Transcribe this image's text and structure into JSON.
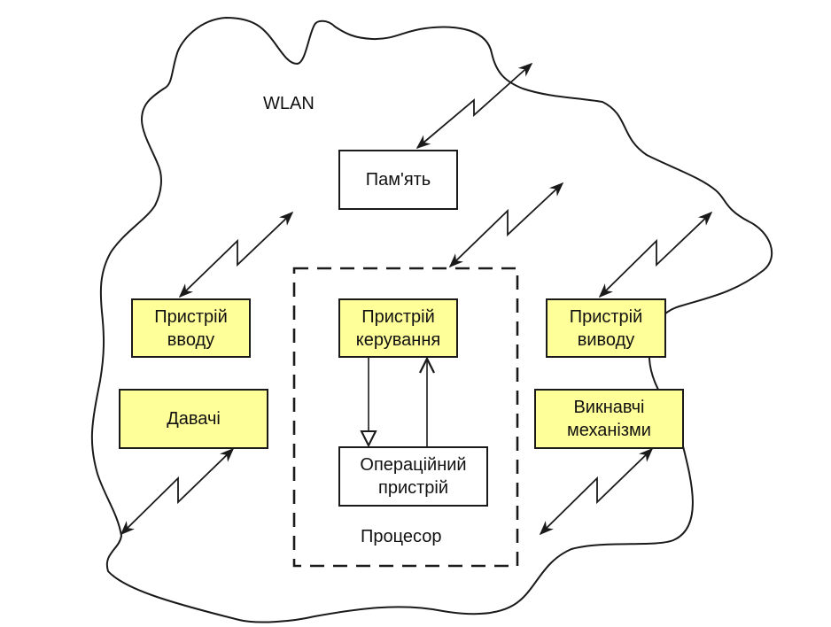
{
  "diagram": {
    "cloud_label": "WLAN",
    "processor_label": "Процесор",
    "nodes": {
      "memory": "Пам'ять",
      "input_device": "Пристрій\nвводу",
      "sensors": "Давачі",
      "control_unit": "Пристрій\nкерування",
      "operational_unit": "Операційний\nпристрій",
      "output_device": "Пристрій\nвиводу",
      "actuators": "Викнавчі\nмеханізми"
    },
    "colors": {
      "peripheral_fill": "#ffff99",
      "core_fill": "#ffffff",
      "stroke": "#1a1a1a"
    },
    "connections": [
      {
        "from": "memory",
        "to": "wlan",
        "type": "wireless"
      },
      {
        "from": "input_device",
        "to": "wlan",
        "type": "wireless"
      },
      {
        "from": "processor",
        "to": "wlan",
        "type": "wireless"
      },
      {
        "from": "output_device",
        "to": "wlan",
        "type": "wireless"
      },
      {
        "from": "sensors",
        "to": "wlan",
        "type": "wireless"
      },
      {
        "from": "actuators",
        "to": "wlan",
        "type": "wireless"
      },
      {
        "from": "control_unit",
        "to": "operational_unit",
        "type": "control"
      },
      {
        "from": "operational_unit",
        "to": "control_unit",
        "type": "feedback"
      }
    ]
  }
}
